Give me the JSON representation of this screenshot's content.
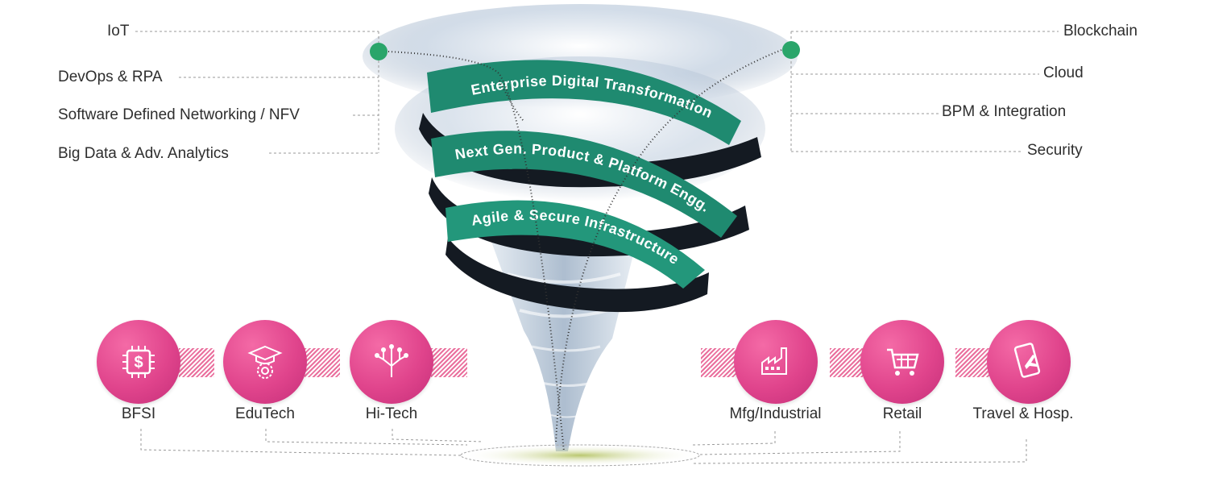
{
  "left_technologies": [
    "IoT",
    "DevOps & RPA",
    "Software Defined Networking / NFV",
    "Big Data &  Adv. Analytics"
  ],
  "right_technologies": [
    "Blockchain",
    "Cloud",
    "BPM & Integration",
    "Security"
  ],
  "bands": [
    {
      "text": "Enterprise Digital Transformation"
    },
    {
      "text": "Next Gen. Product & Platform Engg."
    },
    {
      "text": "Agile & Secure Infrastructure"
    }
  ],
  "industries_left": [
    {
      "label": "BFSI",
      "icon": "dollar-chip-icon"
    },
    {
      "label": "EduTech",
      "icon": "graduation-gear-icon"
    },
    {
      "label": "Hi-Tech",
      "icon": "circuit-tree-icon"
    }
  ],
  "industries_right": [
    {
      "label": "Mfg/Industrial",
      "icon": "factory-icon"
    },
    {
      "label": "Retail",
      "icon": "shopping-cart-icon"
    },
    {
      "label": "Travel & Hosp.",
      "icon": "mobile-flight-icon"
    }
  ],
  "colors": {
    "band_green": "#1f8a70",
    "band_dark": "#141a22",
    "node_green": "#2aa56a",
    "industry_pink": "#e0448c"
  }
}
